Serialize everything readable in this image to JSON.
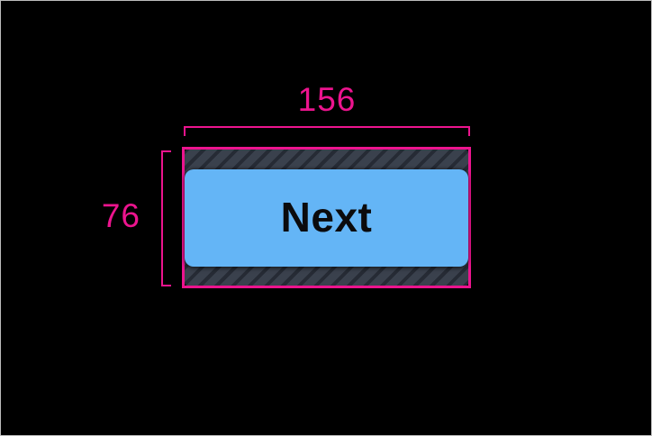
{
  "diagram": {
    "width_dimension": "156",
    "height_dimension": "76"
  },
  "button": {
    "label": "Next"
  },
  "colors": {
    "annotation_pink": "#EC148E",
    "button_blue": "#64B5F6",
    "button_text": "#0B0B0D",
    "hatch_background": "#3A414D",
    "hatch_stripe": "#262B35",
    "canvas_black": "#000000",
    "frame_border": "#BDBDBD"
  }
}
